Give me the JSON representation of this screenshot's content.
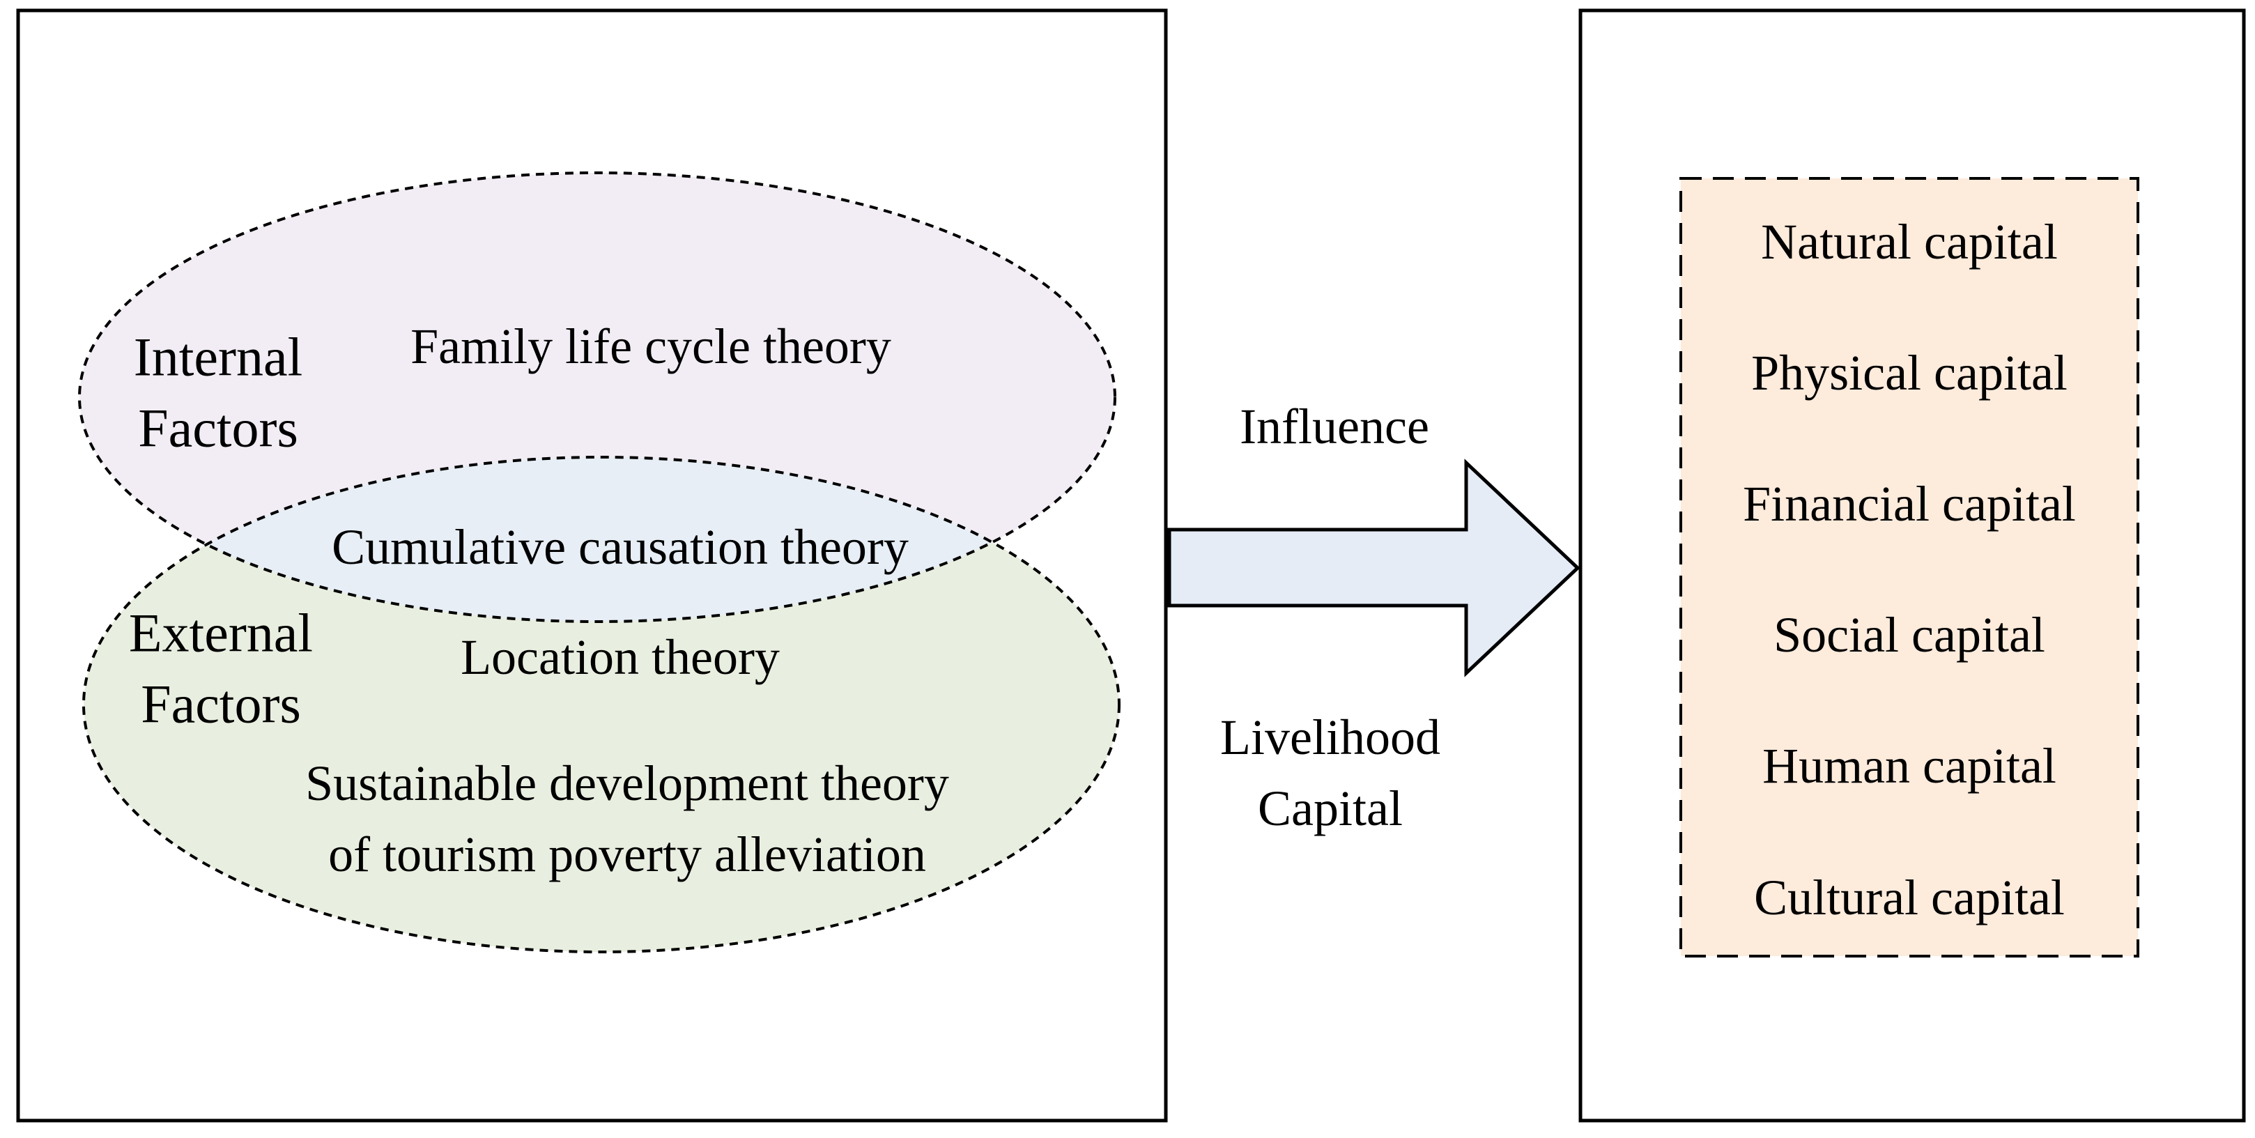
{
  "colors": {
    "border": "#000000",
    "panel_fill": "#ffffff",
    "internal_ellipse_fill": "#F2EDF4",
    "external_ellipse_fill": "#E9EFE0",
    "overlap_lens_fill": "#E7EEF5",
    "arrow_fill": "#E5ECF6",
    "capital_box_fill": "#FDEBDC",
    "internal_label_color": "#FF0000",
    "external_label_color": "#0000FF",
    "theory_text_color": "#000000"
  },
  "left_panel": {
    "internal_factors": {
      "line1": "Internal",
      "line2": "Factors"
    },
    "external_factors": {
      "line1": "External",
      "line2": "Factors"
    },
    "family_theory": "Family life cycle theory",
    "overlap_theory": "Cumulative causation theory",
    "location_theory": "Location theory",
    "sustainable_theory": {
      "line1": "Sustainable development theory",
      "line2": "of tourism poverty alleviation"
    }
  },
  "connector": {
    "label_top": "Influence",
    "label_bottom": {
      "line1": "Livelihood",
      "line2": "Capital"
    }
  },
  "right_panel": {
    "capitals": [
      "Natural capital",
      "Physical capital",
      "Financial capital",
      "Social capital",
      "Human capital",
      "Cultural capital"
    ]
  }
}
